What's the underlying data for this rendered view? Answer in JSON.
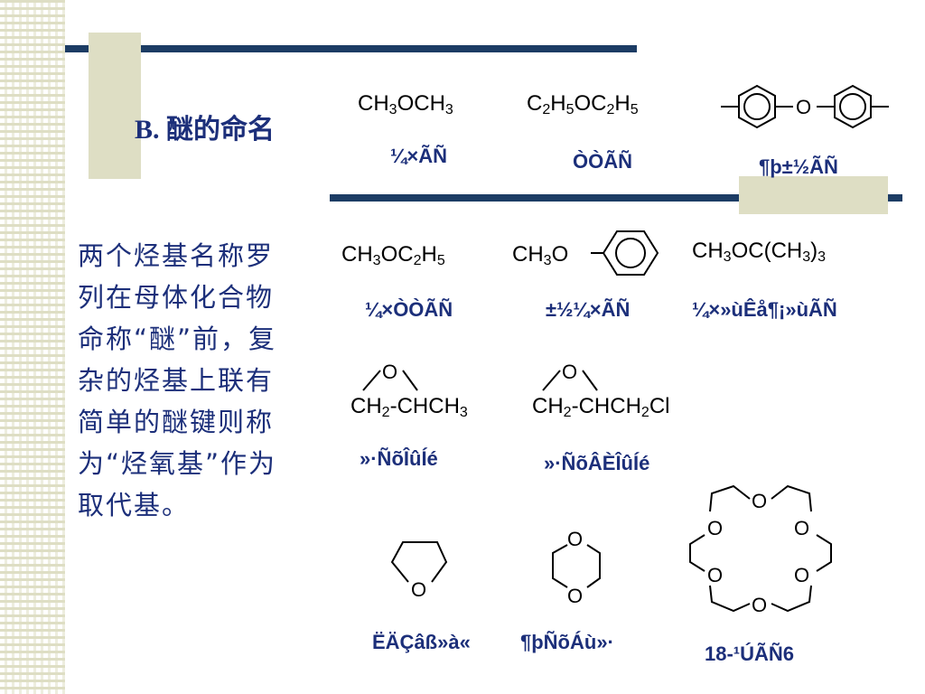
{
  "heading": "B. 醚的命名",
  "description": "两个烃基名称罗列在母体化合物命称“醚”前，复杂的烃基上联有简单的醚键则称为“烃氧基”作为取代基。",
  "examples": {
    "dimethyl_ether": {
      "formula_prefix": "CH",
      "s1": "3",
      "mid": "OCH",
      "s2": "3",
      "name": "¼×ÃÑ"
    },
    "diethyl_ether": {
      "p1": "C",
      "s1": "2",
      "p2": "H",
      "s2": "5",
      "p3": "OC",
      "s3": "2",
      "p4": "H",
      "s4": "5",
      "name": "ÒÒÃÑ"
    },
    "diphenyl_ether": {
      "oxygen": "O",
      "name": "¶þ±½ÃÑ"
    },
    "methyl_ethyl_ether": {
      "p1": "CH",
      "s1": "3",
      "p2": "OC",
      "s2": "2",
      "p3": "H",
      "s3": "5",
      "name": "¼×ÒÒÃÑ"
    },
    "anisole": {
      "p1": "CH",
      "s1": "3",
      "p2": "O",
      "name": "±½¼×ÃÑ"
    },
    "mtbe": {
      "p1": "CH",
      "s1": "3",
      "p2": "OC(CH",
      "s2": "3",
      "p3": ")",
      "s3": "3",
      "name": "¼×»ùÊå¶¡»ùÃÑ"
    },
    "epoxyethane_methyl": {
      "oxygen": "O",
      "p1": "CH",
      "s1": "2",
      "p2": "-CHCH",
      "s2": "3",
      "name": "»·ÑõÎûÍé"
    },
    "epichlorohydrin": {
      "oxygen": "O",
      "p1": "CH",
      "s1": "2",
      "p2": "-CHCH",
      "s2": "2",
      "p3": "Cl",
      "name": "»·ÑõÂÈÎûÍé"
    },
    "thf": {
      "oxygen": "O",
      "name": "ËÄÇâß»à«"
    },
    "dioxane": {
      "oxygen_top": "O",
      "oxygen_bottom": "O",
      "name": "¶þÑõÁù»·"
    },
    "crown": {
      "oxygens": [
        "O",
        "O",
        "O",
        "O",
        "O",
        "O"
      ],
      "name": "18-¹ÚÃÑ6"
    }
  },
  "colors": {
    "navy": "#1c3c64",
    "tan": "#dedec4",
    "text_blue": "#1c2f7a"
  }
}
